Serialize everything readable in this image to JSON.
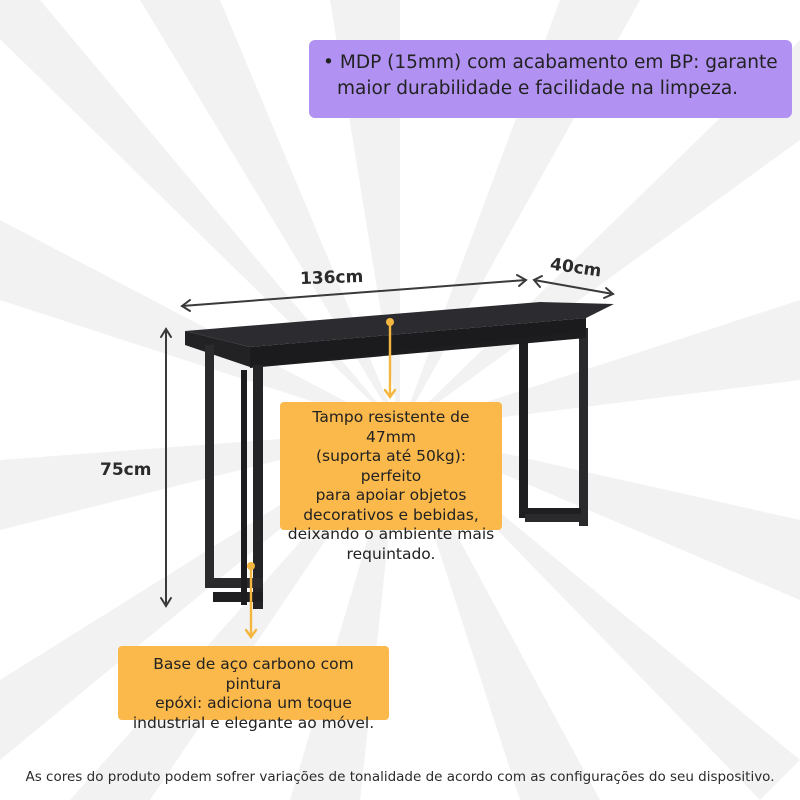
{
  "colors": {
    "background": "#ffffff",
    "rays": "#f1f1f1",
    "purple_callout": "#b192f2",
    "yellow_callout": "#fbb84b",
    "furniture": "#2a2a2d",
    "arrow_yellow": "#f4b63f",
    "dimension_lines": "#3a3a3a"
  },
  "material_note": {
    "bullet": "•",
    "line1": "MDP (15mm) com acabamento em BP: garante",
    "line2": "maior durabilidade e facilidade na limpeza."
  },
  "dimensions": {
    "width": "136cm",
    "depth": "40cm",
    "height": "75cm"
  },
  "tabletop_note": {
    "line1": "Tampo resistente de 47mm",
    "line2": "(suporta até 50kg): perfeito",
    "line3": "para apoiar objetos",
    "line4": "decorativos e bebidas,",
    "line5": "deixando o ambiente mais",
    "line6": "requintado."
  },
  "base_note": {
    "line1": "Base de aço carbono com pintura",
    "line2": "epóxi: adiciona um toque",
    "line3": "industrial e elegante ao móvel."
  },
  "disclaimer": "As cores do produto podem sofrer variações de tonalidade de acordo com as configurações do seu dispositivo.",
  "icons": {
    "arrow_down": "arrow-down-icon",
    "double_arrow": "double-arrow-icon"
  }
}
